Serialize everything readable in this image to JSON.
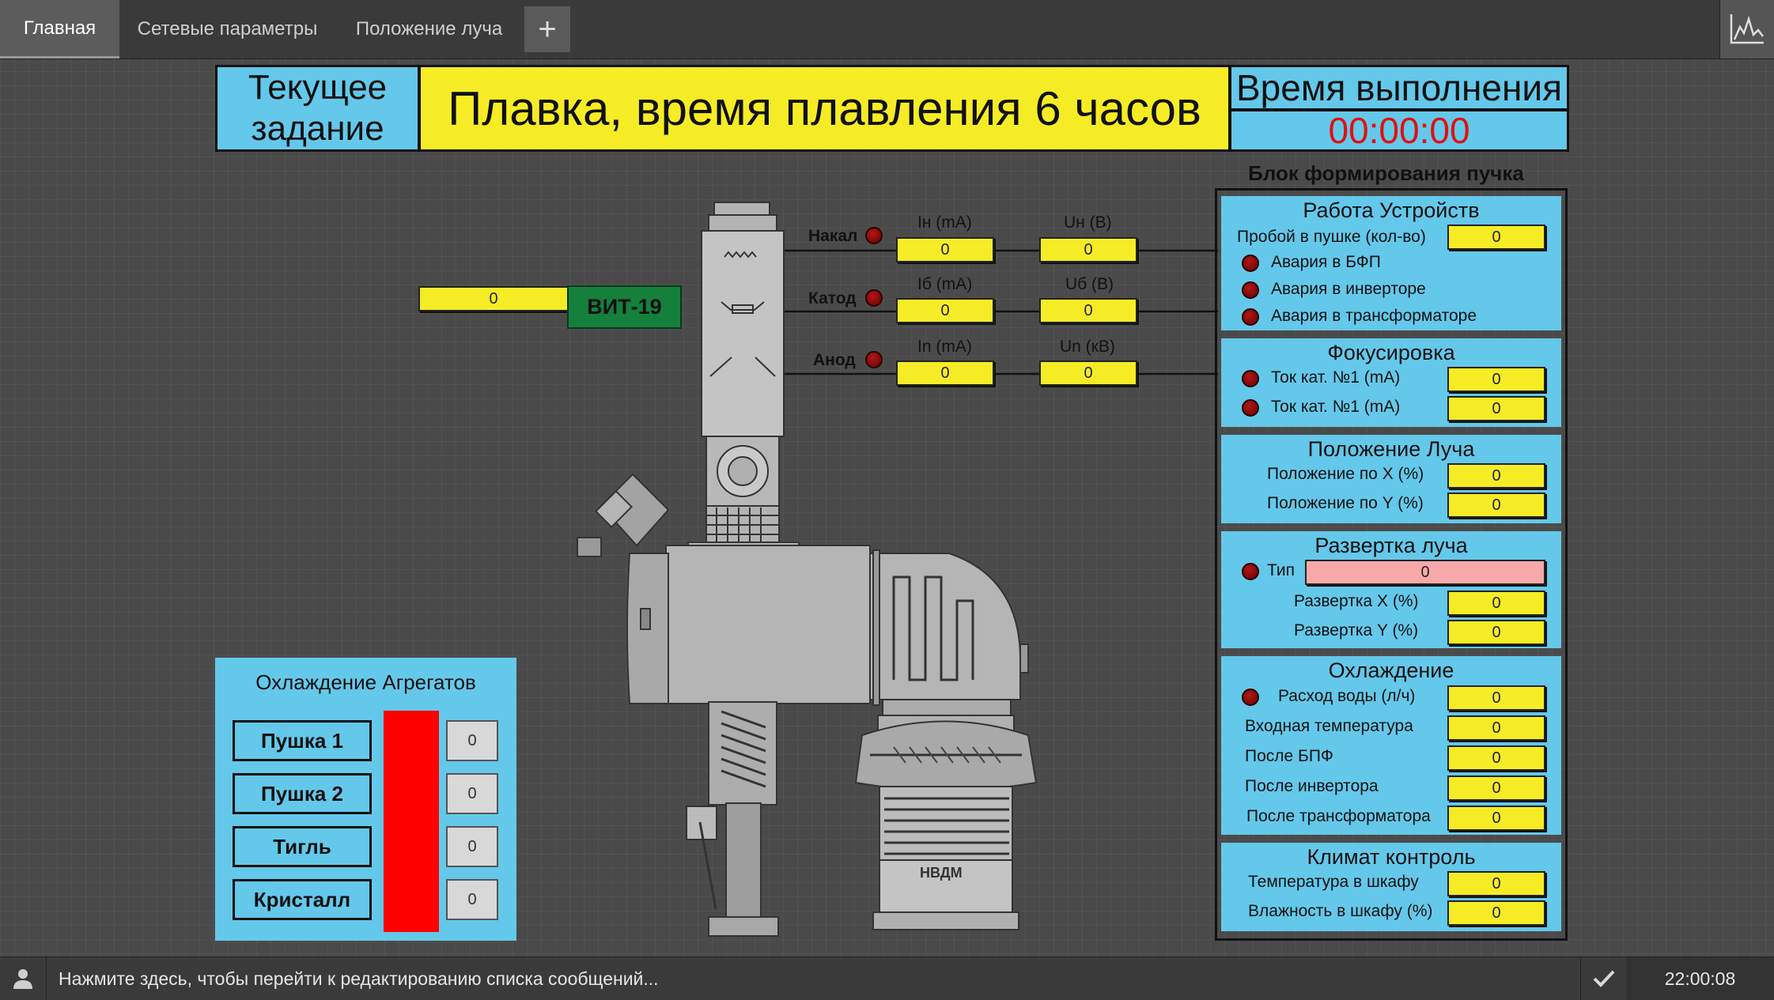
{
  "tabs": [
    {
      "label": "Главная",
      "active": true
    },
    {
      "label": "Сетевые параметры",
      "active": false
    },
    {
      "label": "Положение луча",
      "active": false
    }
  ],
  "tab_add_label": "+",
  "header": {
    "task_label_line1": "Текущее",
    "task_label_line2": "задание",
    "task_value": "Плавка, время плавления 6 часов",
    "exec_label": "Время выполнения",
    "exec_time": "00:00:00"
  },
  "gun": {
    "vit_value": "0",
    "vit_label": "ВИТ-19",
    "rows": [
      {
        "name": "Накал",
        "i_label": "Iн (mA)",
        "i_value": "0",
        "u_label": "Uн (В)",
        "u_value": "0"
      },
      {
        "name": "Катод",
        "i_label": "Iб (mA)",
        "i_value": "0",
        "u_label": "Uб (В)",
        "u_value": "0"
      },
      {
        "name": "Анод",
        "i_label": "In (mA)",
        "i_value": "0",
        "u_label": "Un (кВ)",
        "u_value": "0"
      }
    ],
    "pump_label": "НВДМ"
  },
  "bfp": {
    "title": "Блок формирования пучка",
    "work": {
      "title": "Работа Устройств",
      "breakdowns_label": "Пробой в пушке (кол-во)",
      "breakdowns_value": "0",
      "alarm_bfp": "Авария в БФП",
      "alarm_inverter": "Авария в инверторе",
      "alarm_transformer": "Авария в трансформаторе"
    },
    "focus": {
      "title": "Фокусировка",
      "rows": [
        {
          "label": "Ток кат. №1 (mA)",
          "value": "0"
        },
        {
          "label": "Ток кат. №1 (mA)",
          "value": "0"
        }
      ]
    },
    "position": {
      "title": "Положение Луча",
      "rows": [
        {
          "label": "Положение по X (%)",
          "value": "0"
        },
        {
          "label": "Положение по Y (%)",
          "value": "0"
        }
      ]
    },
    "sweep": {
      "title": "Развертка луча",
      "type_label": "Тип",
      "type_value": "0",
      "rows": [
        {
          "label": "Развертка  X (%)",
          "value": "0"
        },
        {
          "label": "Развертка  Y (%)",
          "value": "0"
        }
      ]
    },
    "cooling": {
      "title": "Охлаждение",
      "rows": [
        {
          "label": "Расход воды (л/ч)",
          "value": "0"
        },
        {
          "label": "Входная температура",
          "value": "0"
        },
        {
          "label": "После БПФ",
          "value": "0"
        },
        {
          "label": "После инвертора",
          "value": "0"
        },
        {
          "label": "После трансформатора",
          "value": "0"
        }
      ]
    },
    "climate": {
      "title": "Климат контроль",
      "rows": [
        {
          "label": "Температура в шкафу",
          "value": "0"
        },
        {
          "label": "Влажность в шкафу (%)",
          "value": "0"
        }
      ]
    }
  },
  "aggregates": {
    "title": "Охлаждение Агрегатов",
    "items": [
      {
        "label": "Пушка 1",
        "value": "0"
      },
      {
        "label": "Пушка 2",
        "value": "0"
      },
      {
        "label": "Тигль",
        "value": "0"
      },
      {
        "label": "Кристалл",
        "value": "0"
      }
    ]
  },
  "status": {
    "message": "Нажмите здесь, чтобы перейти к редактированию списка сообщений...",
    "time": "22:00:08"
  },
  "colors": {
    "panel_blue": "#64c8ea",
    "value_yellow": "#f6ec25",
    "alarm_red": "#b01818",
    "vit_green": "#15803c",
    "time_red": "#e01010",
    "type_pink": "#f7a9a9"
  }
}
